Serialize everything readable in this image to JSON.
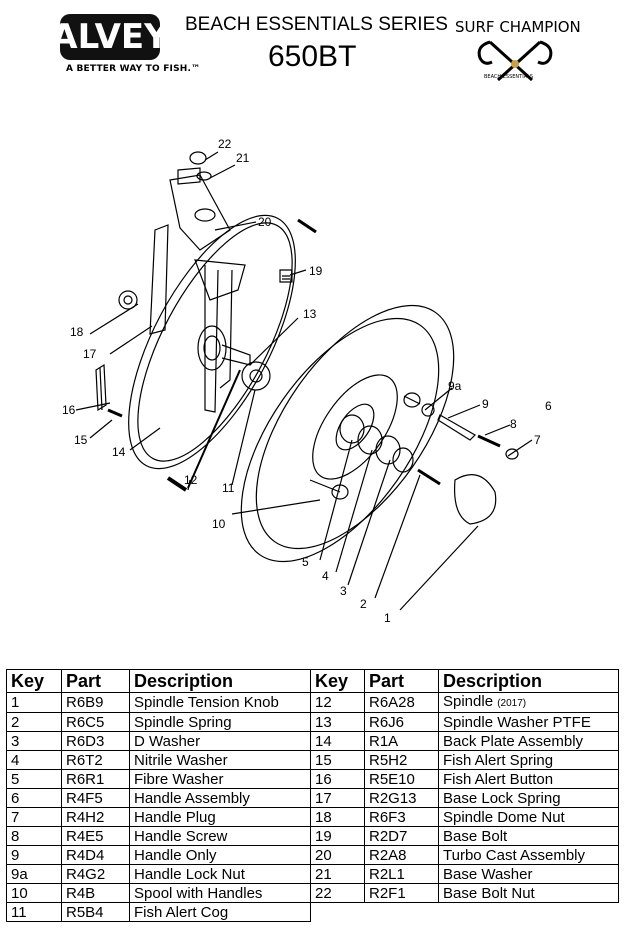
{
  "header": {
    "brand": "ALVEY",
    "tagline": "A BETTER WAY TO FISH.™",
    "series": "BEACH ESSENTIALS SERIES",
    "model": "650BT",
    "surf_title": "SURF CHAMPION",
    "surf_subtitle": "BEACH ESSENTIALS"
  },
  "diagram": {
    "callouts": [
      "22",
      "21",
      "20",
      "19",
      "18",
      "17",
      "16",
      "15",
      "14",
      "13",
      "12",
      "11",
      "10",
      "9a",
      "9",
      "8",
      "7",
      "6",
      "5",
      "4",
      "3",
      "2",
      "1"
    ]
  },
  "table": {
    "headers": [
      "Key",
      "Part",
      "Description",
      "Key",
      "Part",
      "Description"
    ],
    "left": [
      {
        "key": "1",
        "part": "R6B9",
        "desc": "Spindle Tension Knob"
      },
      {
        "key": "2",
        "part": "R6C5",
        "desc": "Spindle Spring"
      },
      {
        "key": "3",
        "part": "R6D3",
        "desc": "D Washer"
      },
      {
        "key": "4",
        "part": "R6T2",
        "desc": "Nitrile Washer"
      },
      {
        "key": "5",
        "part": "R6R1",
        "desc": "Fibre Washer"
      },
      {
        "key": "6",
        "part": "R4F5",
        "desc": "Handle Assembly"
      },
      {
        "key": "7",
        "part": "R4H2",
        "desc": "Handle Plug"
      },
      {
        "key": "8",
        "part": "R4E5",
        "desc": "Handle Screw"
      },
      {
        "key": "9",
        "part": "R4D4",
        "desc": "Handle Only"
      },
      {
        "key": "9a",
        "part": "R4G2",
        "desc": "Handle Lock Nut"
      },
      {
        "key": "10",
        "part": "R4B",
        "desc": "Spool with Handles"
      },
      {
        "key": "11",
        "part": "R5B4",
        "desc": "Fish Alert Cog"
      }
    ],
    "right": [
      {
        "key": "12",
        "part": "R6A28",
        "desc": "Spindle",
        "note": "(2017)"
      },
      {
        "key": "13",
        "part": "R6J6",
        "desc": "Spindle Washer PTFE"
      },
      {
        "key": "14",
        "part": "R1A",
        "desc": "Back Plate Assembly"
      },
      {
        "key": "15",
        "part": "R5H2",
        "desc": "Fish Alert Spring"
      },
      {
        "key": "16",
        "part": "R5E10",
        "desc": "Fish Alert Button"
      },
      {
        "key": "17",
        "part": "R2G13",
        "desc": "Base Lock Spring"
      },
      {
        "key": "18",
        "part": "R6F3",
        "desc": "Spindle Dome Nut"
      },
      {
        "key": "19",
        "part": "R2D7",
        "desc": "Base Bolt"
      },
      {
        "key": "20",
        "part": "R2A8",
        "desc": "Turbo Cast Assembly"
      },
      {
        "key": "21",
        "part": "R2L1",
        "desc": "Base Washer"
      },
      {
        "key": "22",
        "part": "R2F1",
        "desc": "Base Bolt Nut"
      }
    ]
  }
}
